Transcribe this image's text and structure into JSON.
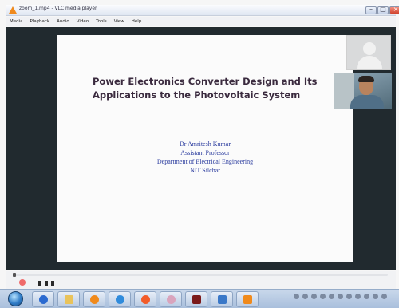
{
  "window": {
    "title": "zoom_1.mp4 - VLC media player"
  },
  "menu": {
    "items": [
      {
        "label": "Media"
      },
      {
        "label": "Playback"
      },
      {
        "label": "Audio"
      },
      {
        "label": "Video"
      },
      {
        "label": "Tools"
      },
      {
        "label": "View"
      },
      {
        "label": "Help"
      }
    ]
  },
  "slide": {
    "title_line1": "Power Electronics Converter Design and Its",
    "title_line2": "Applications to the Photovoltaic System",
    "author_name": "Dr Amritesh Kumar",
    "author_role": "Assistant Professor",
    "author_department": "Department of Electrical Engineering",
    "author_institute": "NIT Silchar"
  },
  "colors": {
    "slide_title": "#3a2a3e",
    "author_text": "#2a3b9e",
    "video_background": "#212a2f"
  },
  "icons": {
    "minimize": "minimize-icon",
    "maximize": "maximize-icon",
    "close": "close-icon",
    "app": "vlc-cone-icon"
  },
  "glyphs": {
    "minimize": "–",
    "maximize": "□",
    "close": "×"
  }
}
